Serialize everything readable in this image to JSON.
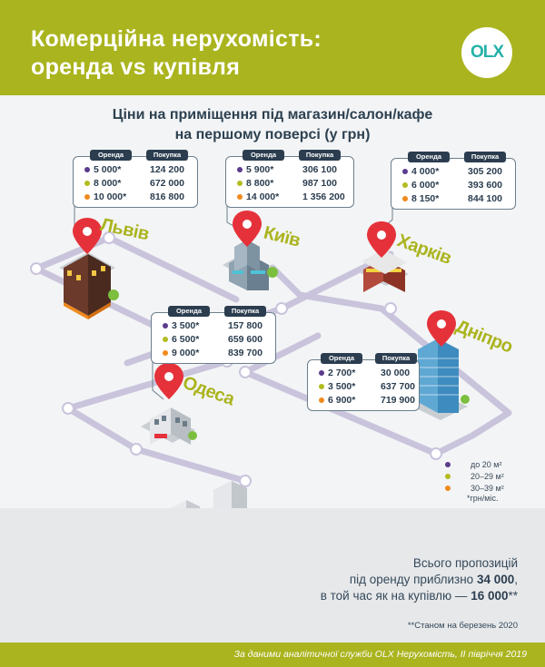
{
  "header": {
    "title_line1": "Комерційна нерухомість:",
    "title_line2": "оренда vs купівля",
    "logo": "OLX"
  },
  "subtitle": {
    "line1": "Ціни на приміщення під магазин/салон/кафе",
    "line2": "на першому поверсі (у грн)"
  },
  "table_headers": {
    "rent": "Оренда",
    "buy": "Покупка"
  },
  "colors": {
    "accent": "#aab41e",
    "navy": "#2b3d4f",
    "dot_small": "#5b3b8c",
    "dot_medium": "#b2bc1f",
    "dot_large": "#f08a1c",
    "pin": "#e5323a"
  },
  "cities": [
    {
      "id": "lviv",
      "name": "Львів",
      "rows": [
        {
          "rent": "5 000*",
          "buy": "124 200"
        },
        {
          "rent": "8 000*",
          "buy": "672 000"
        },
        {
          "rent": "10 000*",
          "buy": "816 800"
        }
      ]
    },
    {
      "id": "kyiv",
      "name": "Київ",
      "rows": [
        {
          "rent": "5 900*",
          "buy": "306 100"
        },
        {
          "rent": "8 800*",
          "buy": "987 100"
        },
        {
          "rent": "14 000*",
          "buy": "1 356 200"
        }
      ]
    },
    {
      "id": "kharkiv",
      "name": "Харків",
      "rows": [
        {
          "rent": "4 000*",
          "buy": "305 200"
        },
        {
          "rent": "6 000*",
          "buy": "393 600"
        },
        {
          "rent": "8 150*",
          "buy": "844 100"
        }
      ]
    },
    {
      "id": "odesa",
      "name": "Одеса",
      "rows": [
        {
          "rent": "3 500*",
          "buy": "157 800"
        },
        {
          "rent": "6 500*",
          "buy": "659 600"
        },
        {
          "rent": "9 000*",
          "buy": "839 700"
        }
      ]
    },
    {
      "id": "dnipro",
      "name": "Дніпро",
      "rows": [
        {
          "rent": "2 700*",
          "buy": "30 000"
        },
        {
          "rent": "3 500*",
          "buy": "637 700"
        },
        {
          "rent": "6 900*",
          "buy": "719 900"
        }
      ]
    }
  ],
  "legend": [
    {
      "label": "до 20 м²"
    },
    {
      "label": "20–29 м²"
    },
    {
      "label": "30–39 м²"
    }
  ],
  "legend_note": "*грн/міс.",
  "totals": {
    "line1": "Всього пропозицій",
    "line2_prefix": "під оренду приблизно ",
    "line2_value": "34 000",
    "line2_suffix": ",",
    "line3_prefix": "в той час як на купівлю — ",
    "line3_value": "16 000",
    "line3_suffix": "**"
  },
  "as_of": "**Станом на березень 2020",
  "footer": "За даними аналітичної служби OLX Нерухомість, II півріччя 2019"
}
